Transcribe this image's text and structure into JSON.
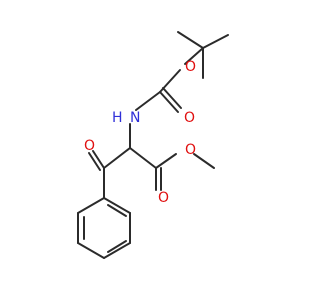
{
  "molecule": {
    "atoms": {
      "oxygen_ester_top": "O",
      "oxygen_carbonyl_top": "O",
      "nitrogen_amine": "N",
      "hydrogen_amine": "H",
      "oxygen_ketone": "O",
      "oxygen_ester_right": "O",
      "oxygen_carbonyl_right": "O"
    },
    "colors": {
      "bond": "#2b2b2b",
      "oxygen": "#e01010",
      "nitrogen": "#3030d8",
      "background": "#ffffff"
    }
  }
}
